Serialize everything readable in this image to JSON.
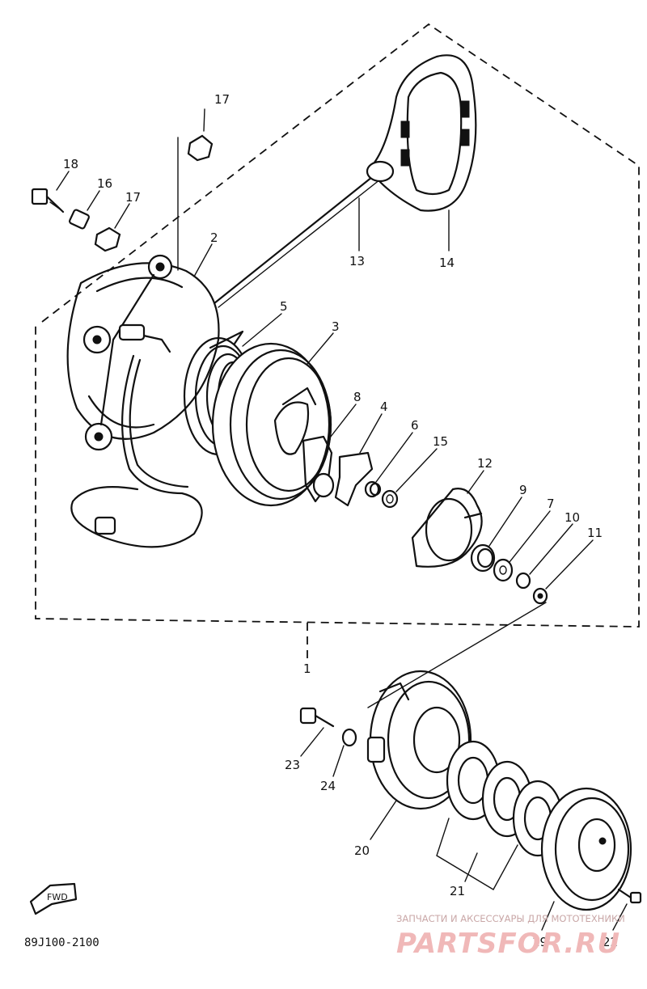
{
  "diagram": {
    "code": "89J100-2100",
    "direction_tag": "FWD",
    "part_labels": [
      "1",
      "2",
      "3",
      "4",
      "5",
      "6",
      "7",
      "8",
      "9",
      "10",
      "11",
      "12",
      "13",
      "14",
      "15",
      "16",
      "17",
      "17",
      "18",
      "19",
      "20",
      "21",
      "22",
      "23",
      "24"
    ]
  },
  "watermark": {
    "line1": "ЗАПЧАСТИ И АКСЕССУАРЫ ДЛЯ МОТОТЕХНИКИ",
    "line2": "PARTSFOR.RU"
  }
}
